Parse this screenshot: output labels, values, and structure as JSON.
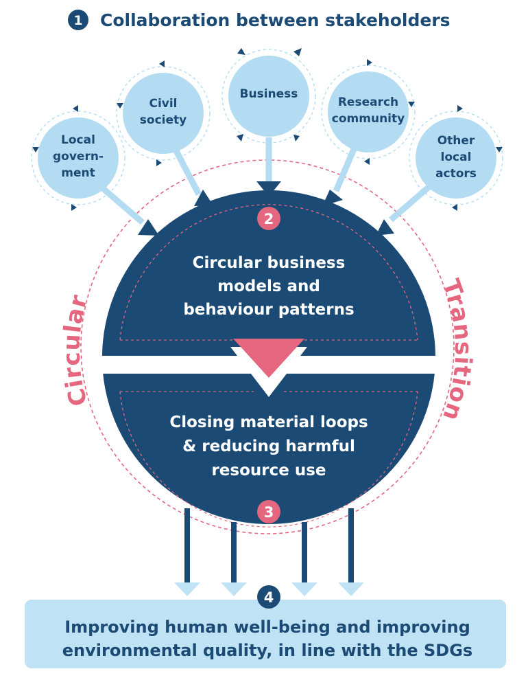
{
  "title": "Collaboration between stakeholders",
  "badges": {
    "one": "1",
    "two": "2",
    "three": "3",
    "four": "4"
  },
  "stakeholders": {
    "local_government": {
      "line1": "Local",
      "line2": "govern-",
      "line3": "ment"
    },
    "civil_society": {
      "line1": "Civil",
      "line2": "society"
    },
    "business": {
      "line1": "Business"
    },
    "research_community": {
      "line1": "Research",
      "line2": "community"
    },
    "other_local_actors": {
      "line1": "Other",
      "line2": "local",
      "line3": "actors"
    }
  },
  "core": {
    "top": {
      "line1": "Circular business",
      "line2": "models and",
      "line3": "behaviour patterns"
    },
    "bottom": {
      "line1": "Closing material loops",
      "line2": "& reducing harmful",
      "line3": "resource use"
    }
  },
  "ring": {
    "left": "Circular",
    "right": "Transition"
  },
  "outcome": {
    "line1": "Improving human well-being and improving",
    "line2": "environmental quality, in line with the SDGs"
  },
  "colors": {
    "navy": "#1b4a75",
    "light_blue": "#b3dcf3",
    "pink": "#e4677f",
    "pale_blue": "#bfe2f5"
  }
}
